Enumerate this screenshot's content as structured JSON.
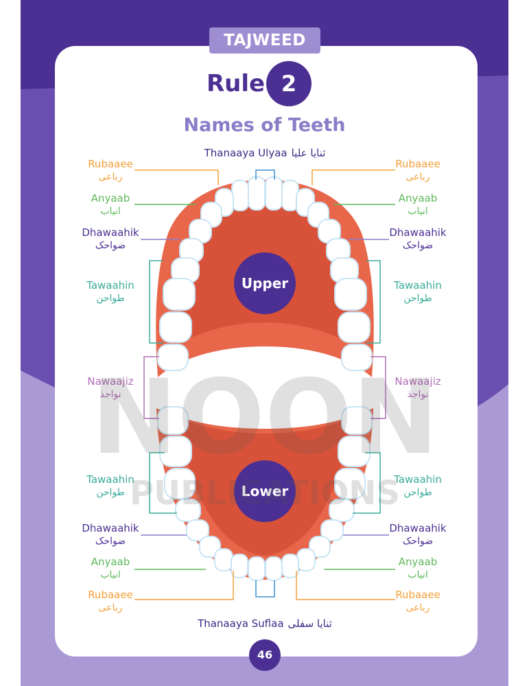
{
  "header": {
    "badge": "TAJWEED",
    "rule_word": "Rule",
    "rule_number": "2",
    "subtitle": "Names of Teeth"
  },
  "top_label": {
    "en": "Thanaaya Ulyaa",
    "ar": "ثنایا علیا"
  },
  "bottom_label": {
    "en": "Thanaaya Suflaa",
    "ar": "ثنایا سفلی"
  },
  "labels": {
    "rubaaee": {
      "en": "Rubaaee",
      "ar": "رباعی"
    },
    "anyaab": {
      "en": "Anyaab",
      "ar": "انیاب"
    },
    "dhawaahik": {
      "en": "Dhawaahik",
      "ar": "ضواحک"
    },
    "tawaahin": {
      "en": "Tawaahin",
      "ar": "طواحن"
    },
    "nawaajiz": {
      "en": "Nawaajiz",
      "ar": "نواجذ"
    }
  },
  "jaws": {
    "upper": "Upper",
    "lower": "Lower"
  },
  "watermark": {
    "line1": "NOON",
    "line2": "PUBLICATIONS"
  },
  "page_number": "46",
  "colors": {
    "primary": "#4b2f93",
    "accent": "#8b7cc8",
    "rubaaee": "#f3a13a",
    "anyaab": "#5fb85a",
    "dhawaahik": "#4b2f93",
    "tawaahin": "#3bab9a",
    "nawaajiz": "#b26cb8",
    "incisor": "#3a8fd0",
    "gum": "#e8664a",
    "tooth": "#ffffff"
  }
}
